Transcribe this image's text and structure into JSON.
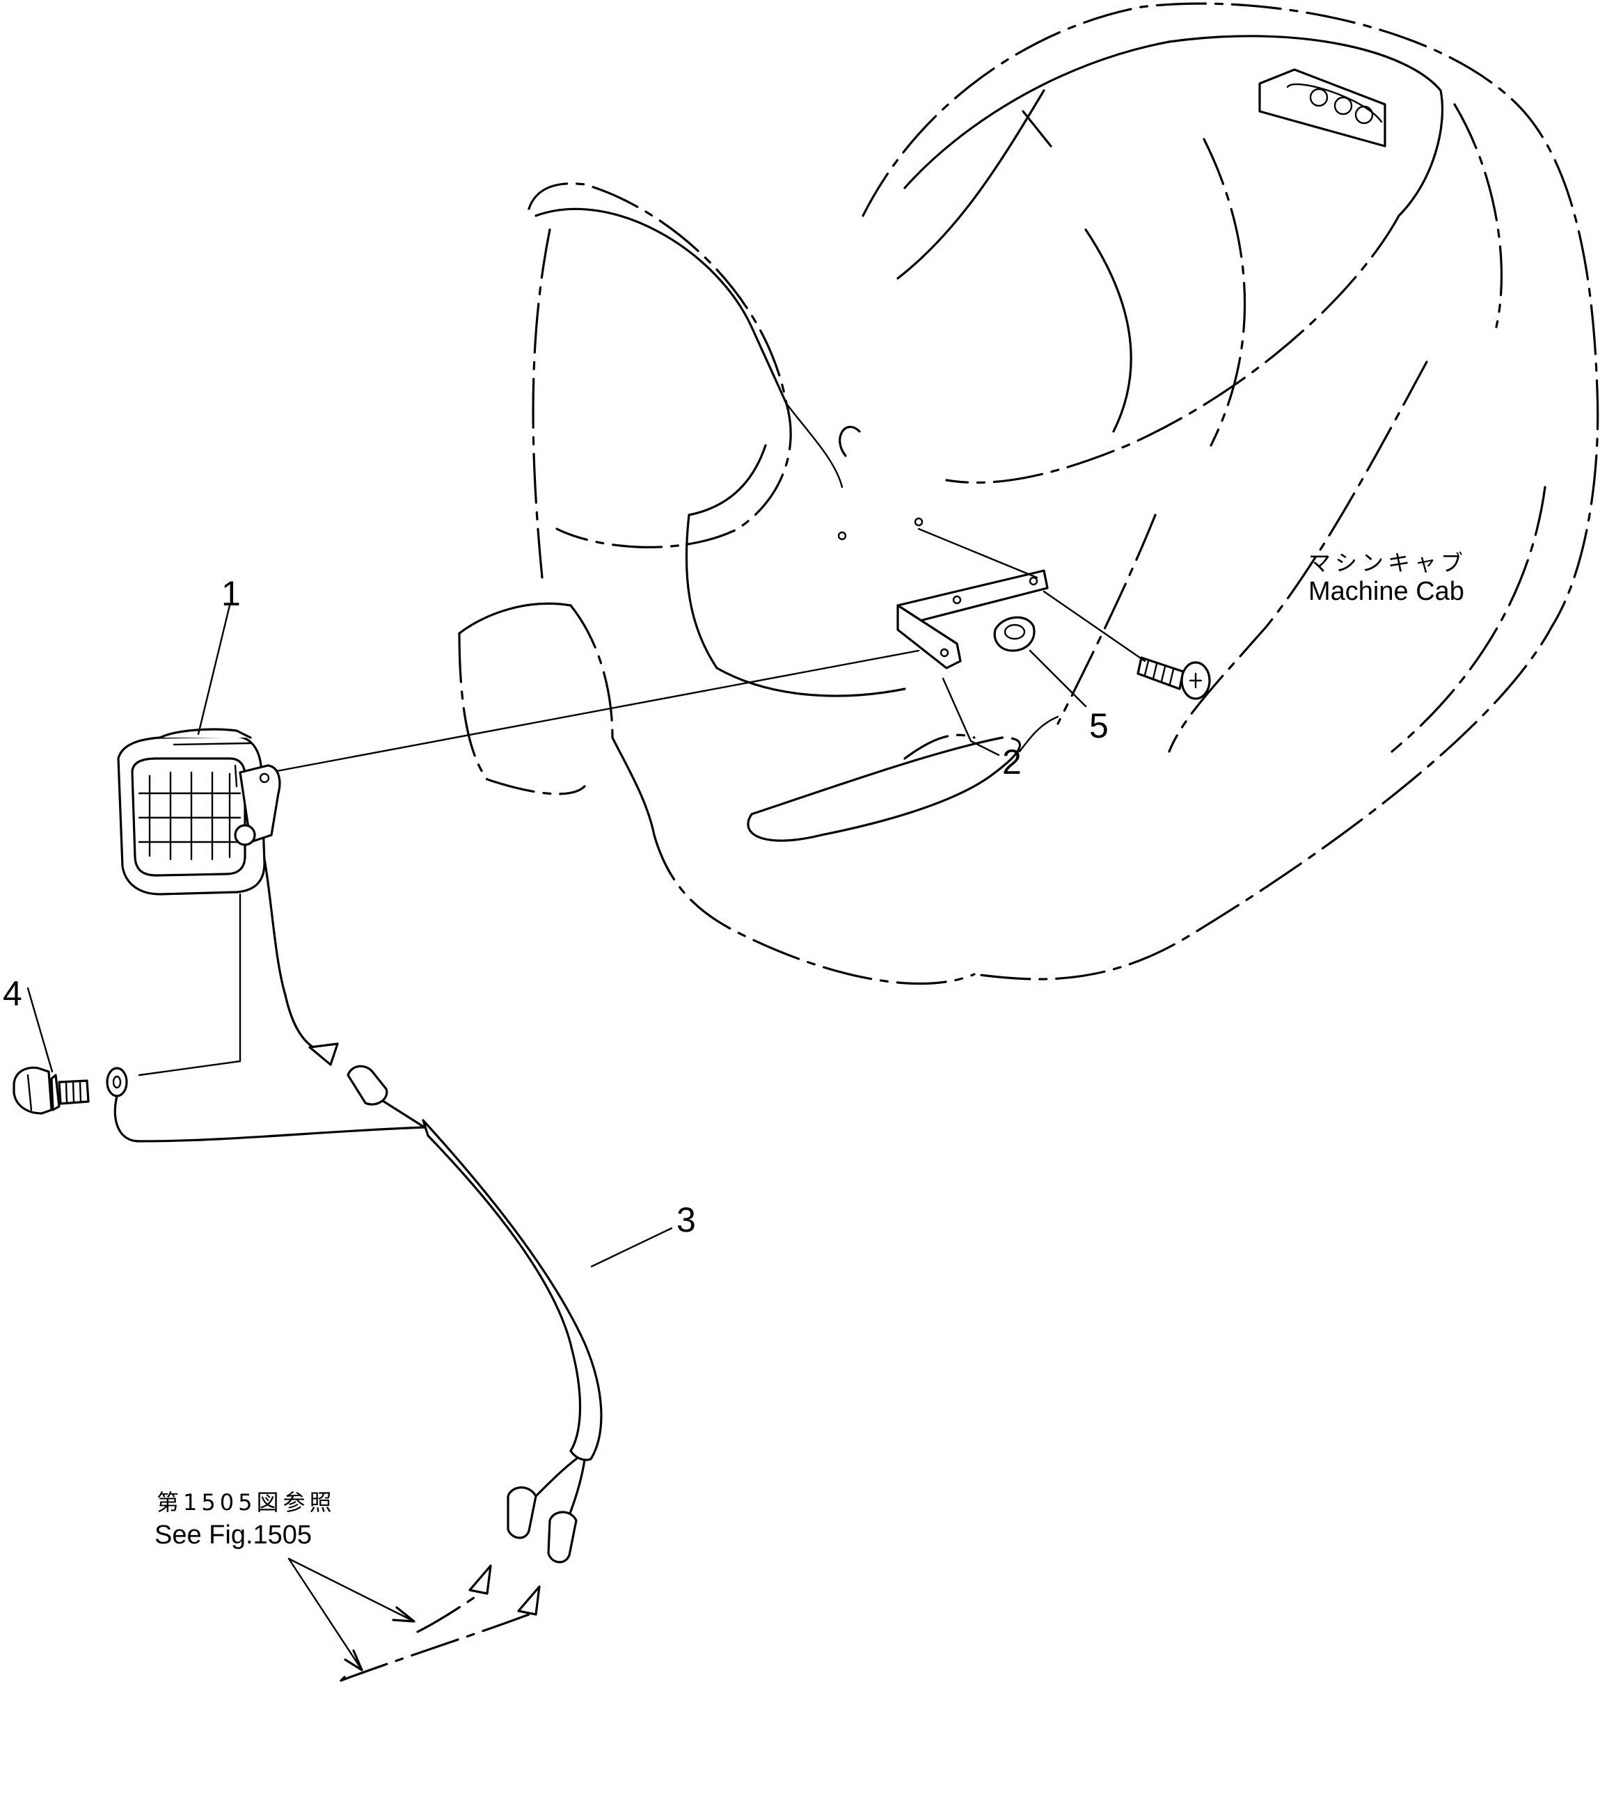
{
  "callouts": [
    {
      "id": "1",
      "text": "1"
    },
    {
      "id": "2",
      "text": "2"
    },
    {
      "id": "3",
      "text": "3"
    },
    {
      "id": "4",
      "text": "4"
    },
    {
      "id": "5",
      "text": "5"
    }
  ],
  "machine_cab": {
    "label_jp": "マシンキャブ",
    "label_en": "Machine Cab"
  },
  "reference": {
    "label_jp": "第1505図参照",
    "label_en": "See Fig.1505"
  },
  "parts": [
    {
      "item": "1",
      "name": "work-lamp"
    },
    {
      "item": "2",
      "name": "mounting-bracket"
    },
    {
      "item": "3",
      "name": "wiring-harness"
    },
    {
      "item": "4",
      "name": "flange-bolt"
    },
    {
      "item": "5",
      "name": "nut"
    }
  ]
}
